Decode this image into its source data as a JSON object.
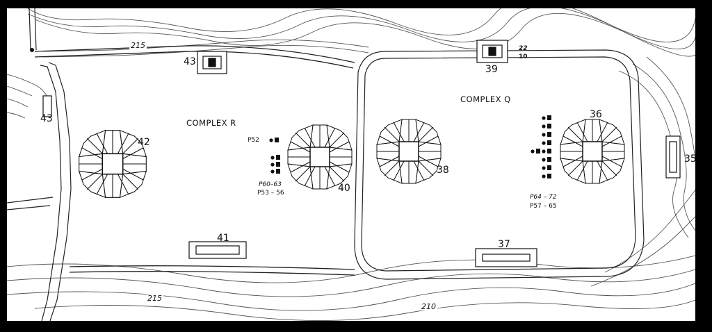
{
  "map": {
    "complexes": {
      "r": "COMPLEX R",
      "q": "COMPLEX Q"
    },
    "structures": {
      "s35": "35",
      "s36": "36",
      "s37": "37",
      "s38": "38",
      "s39": "39",
      "s40": "40",
      "s41": "41",
      "s42": "42",
      "s43a": "43",
      "s43b": "43"
    },
    "stelae": {
      "p52": "P52",
      "p60_63": "P60–63",
      "p53_56": "P53 – 56",
      "p64_72": "P64 – 72",
      "p57_65": "P57 – 65"
    },
    "small_numbers": {
      "n22": "22",
      "n10": "10"
    },
    "contours": {
      "c215_top": "215",
      "c215_bottom": "215",
      "c210": "210"
    }
  }
}
